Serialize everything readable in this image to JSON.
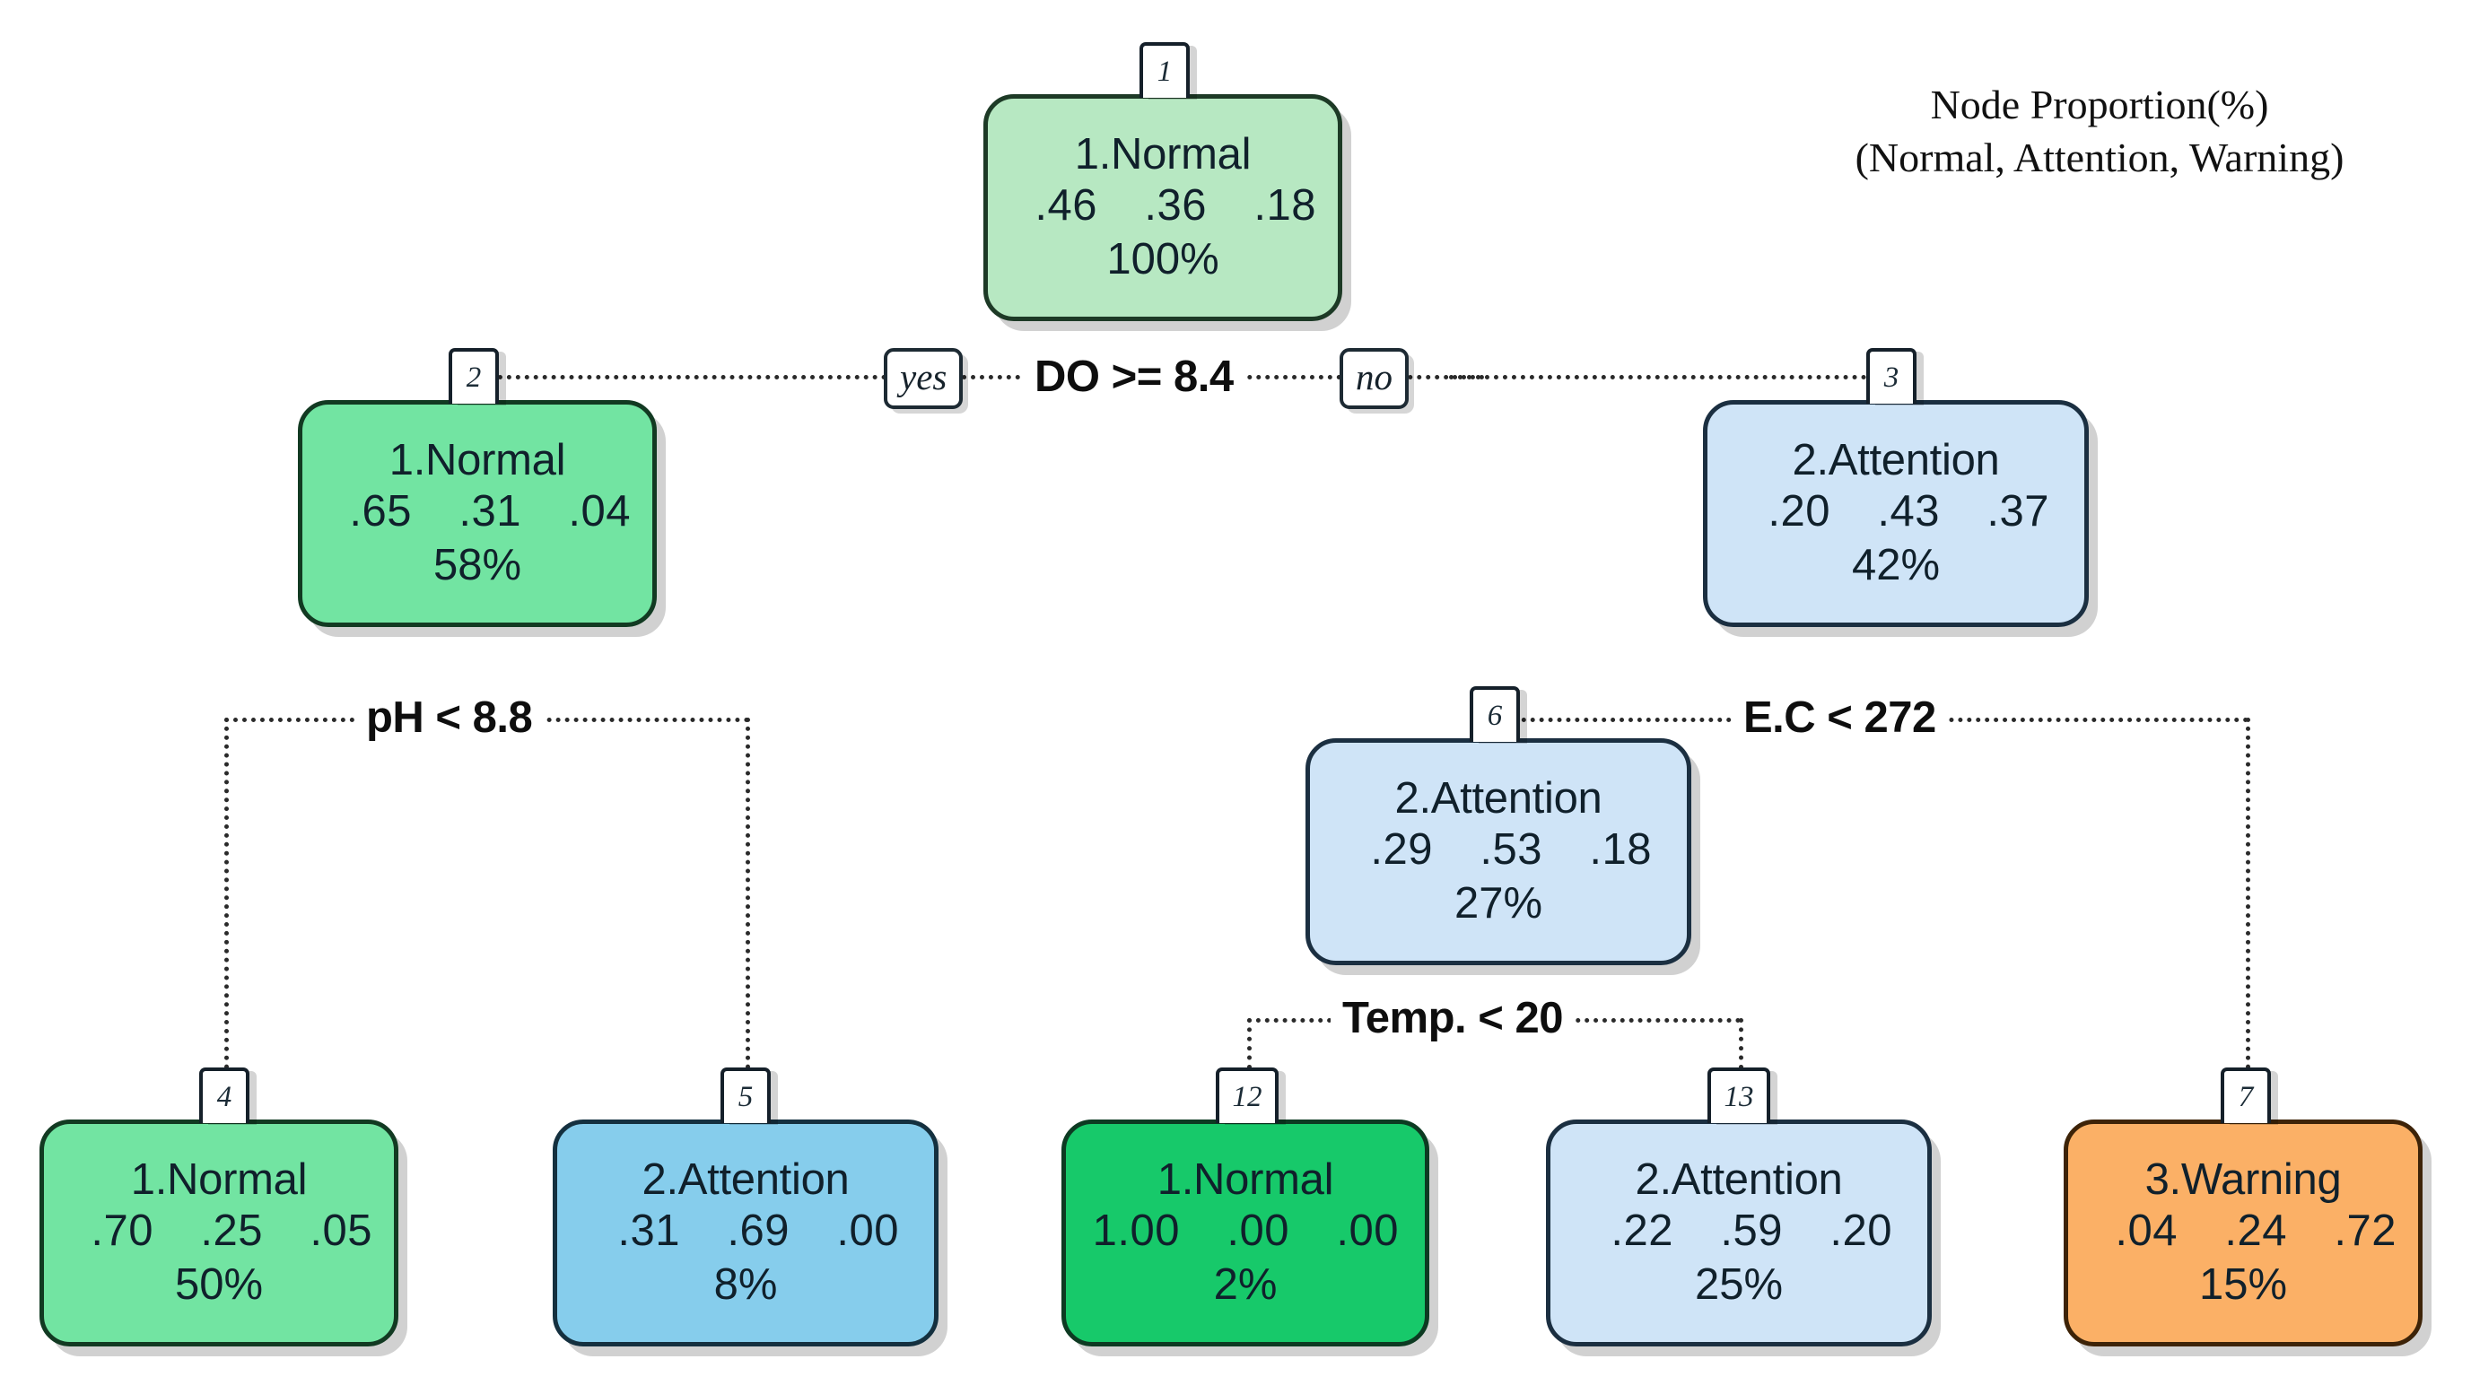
{
  "legend": {
    "line1": "Node Proportion(%)",
    "line2": "(Normal, Attention, Warning)"
  },
  "edge_labels": {
    "yes": "yes",
    "no": "no"
  },
  "chart_data": {
    "type": "tree",
    "title": "Node Proportion(%)",
    "subtitle": "(Normal, Attention, Warning)",
    "classes": [
      "Normal",
      "Attention",
      "Warning"
    ],
    "splits": [
      {
        "id": "s1",
        "text": "DO >= 8.4",
        "variable": "DO",
        "operator": ">=",
        "value": 8.4,
        "yes_child": 2,
        "no_child": 3
      },
      {
        "id": "s2",
        "text": "pH < 8.8",
        "variable": "pH",
        "operator": "<",
        "value": 8.8,
        "yes_child": 4,
        "no_child": 5
      },
      {
        "id": "s3",
        "text": "E.C < 272",
        "variable": "E.C",
        "operator": "<",
        "value": 272,
        "yes_child": 6,
        "no_child": 7
      },
      {
        "id": "s4",
        "text": "Temp. < 20",
        "variable": "Temp.",
        "operator": "<",
        "value": 20,
        "yes_child": 12,
        "no_child": 13
      }
    ],
    "nodes": [
      {
        "id": "1",
        "label": "1.Normal",
        "probs": [
          ".46",
          ".36",
          ".18"
        ],
        "pct": "100%",
        "color": "#b7e8c2"
      },
      {
        "id": "2",
        "label": "1.Normal",
        "probs": [
          ".65",
          ".31",
          ".04"
        ],
        "pct": "58%",
        "color": "#72e4a2"
      },
      {
        "id": "3",
        "label": "2.Attention",
        "probs": [
          ".20",
          ".43",
          ".37"
        ],
        "pct": "42%",
        "color": "#cfe4f7"
      },
      {
        "id": "6",
        "label": "2.Attention",
        "probs": [
          ".29",
          ".53",
          ".18"
        ],
        "pct": "27%",
        "color": "#cfe4f7"
      },
      {
        "id": "4",
        "label": "1.Normal",
        "probs": [
          ".70",
          ".25",
          ".05"
        ],
        "pct": "50%",
        "color": "#72e4a2"
      },
      {
        "id": "5",
        "label": "2.Attention",
        "probs": [
          ".31",
          ".69",
          ".00"
        ],
        "pct": "8%",
        "color": "#86cdec"
      },
      {
        "id": "12",
        "label": "1.Normal",
        "probs": [
          "1.00",
          ".00",
          ".00"
        ],
        "pct": "2%",
        "color": "#17c96a"
      },
      {
        "id": "13",
        "label": "2.Attention",
        "probs": [
          ".22",
          ".59",
          ".20"
        ],
        "pct": "25%",
        "color": "#cfe4f7"
      },
      {
        "id": "7",
        "label": "3.Warning",
        "probs": [
          ".04",
          ".24",
          ".72"
        ],
        "pct": "15%",
        "color": "#fbb066"
      }
    ]
  }
}
